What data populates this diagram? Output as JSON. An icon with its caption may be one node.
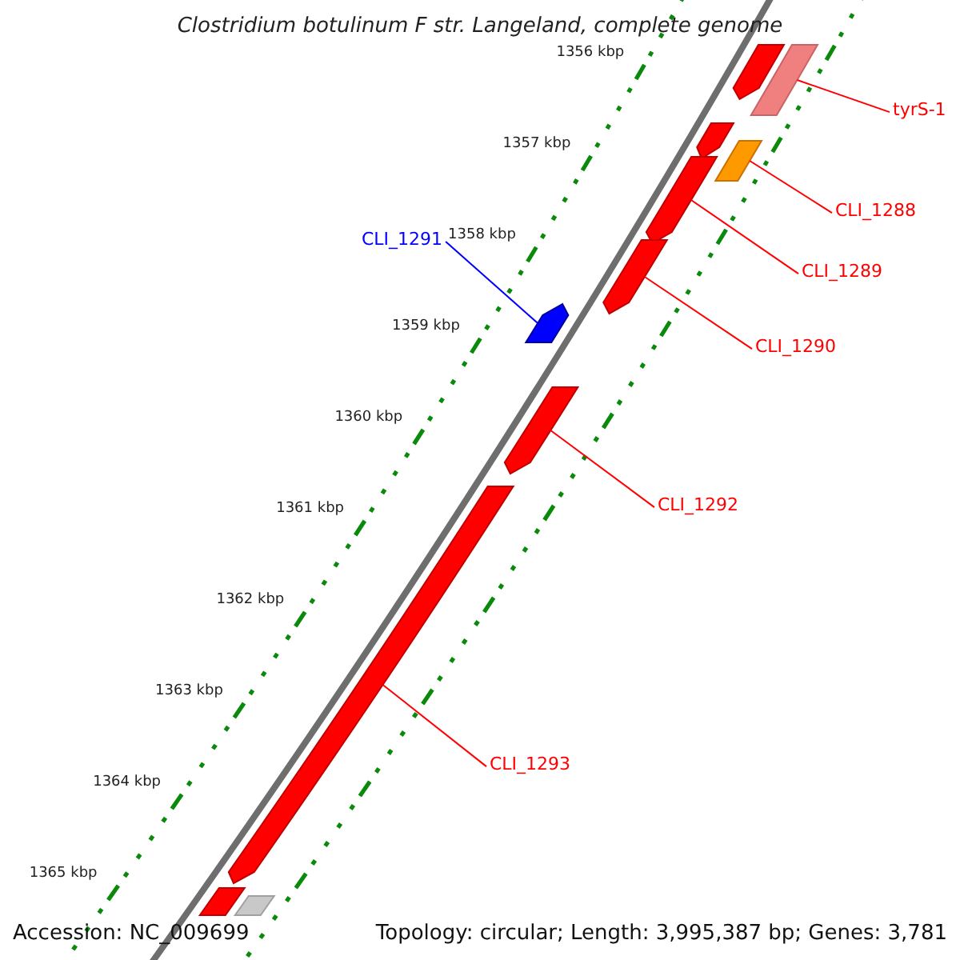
{
  "diagram": {
    "title": "Clostridium botulinum F str. Langeland, complete genome",
    "nodes": [
      {
        "text": [],
        "shape": "bar"
      },
      {
        "text": [],
        "shape": "bar"
      },
      {
        "text": [],
        "shape": "bar"
      },
      {
        "text": [],
        "shape": "bar"
      },
      {
        "text": [],
        "shape": "bar"
      },
      {
        "text": [],
        "shape": "bar"
      },
      {
        "text": [],
        "shape": "bar"
      },
      {
        "text": [],
        "shape": "bar"
      },
      {
        "text": [],
        "shape": "bar"
      },
      {
        "text": [],
        "shape": "bar"
      },
      {
        "text": [],
        "shape": "bar"
      },
      {
        "text": [
          "tyrS-1"
        ]
      },
      {
        "text": [
          "CLI_1288"
        ]
      },
      {
        "text": [
          "CLI_1289"
        ]
      },
      {
        "text": [
          "CLI_1290"
        ]
      },
      {
        "text": [
          "CLI_1291"
        ]
      },
      {
        "text": [
          "CLI_1292"
        ]
      },
      {
        "text": [
          "CLI_1293"
        ]
      }
    ],
    "edges": [
      {
        "from": 11,
        "to": 1,
        "arrow": "none"
      },
      {
        "from": 12,
        "to": 3,
        "arrow": "none"
      },
      {
        "from": 13,
        "to": 4,
        "arrow": "none"
      },
      {
        "from": 14,
        "to": 5,
        "arrow": "none"
      },
      {
        "from": 15,
        "to": 6,
        "arrow": "none",
        "color": "#0000ff"
      },
      {
        "from": 16,
        "to": 7,
        "arrow": "none"
      },
      {
        "from": 17,
        "to": 8,
        "arrow": "none"
      }
    ],
    "labels": [
      "1356 kbp",
      "1357 kbp",
      "1358 kbp",
      "1359 kbp",
      "1360 kbp",
      "1361 kbp",
      "1362 kbp",
      "1363 kbp",
      "1364 kbp",
      "1365 kbp",
      "Accession: NC_009699",
      "Topology: circular; Length: 3,995,387 bp; Genes: 3,781"
    ]
  }
}
